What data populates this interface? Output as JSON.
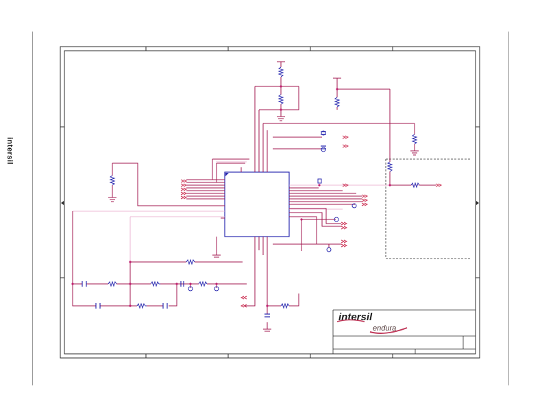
{
  "side_logo": "intersil",
  "title_block": {
    "brand_logo": "intersil",
    "product_logo": "endura"
  },
  "colors": {
    "wire": "#a0164d",
    "component": "#2b2bb0",
    "frame": "#2a2a2a",
    "faint_wire": "#e6a3c8",
    "arrow": "#cc3355"
  }
}
